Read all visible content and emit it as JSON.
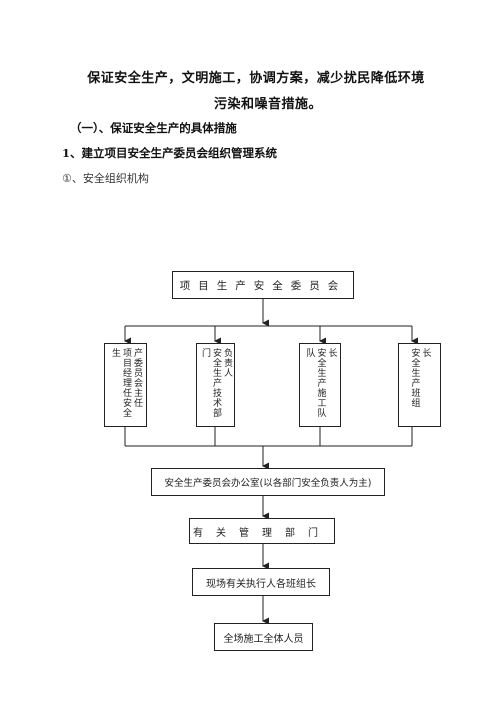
{
  "document": {
    "title_line1": "保证安全生产，文明施工，协调方案，减少扰民降低环境",
    "title_line2": "污染和噪音措施。",
    "heading1": "（一）、保证安全生产的具体措施",
    "heading2": "1、建立项目安全生产委员会组织管理系统",
    "heading3": "①、安全组织机构"
  },
  "org_chart": {
    "committee": "项目生产安全委员会",
    "roles": [
      {
        "col1": "项目经理任安全生",
        "col2": "产委员会主任"
      },
      {
        "col1": "安全生产技术部门",
        "col2": "负责人"
      },
      {
        "col1": "安全生产施工队队",
        "col2": "长"
      },
      {
        "col1": "安全生产班组",
        "col2": "长"
      }
    ],
    "office": "安全生产委员会办公室(以各部门安全负责人为主)",
    "departments": "有关管理部门",
    "executors": "现场有关执行人各班组长",
    "all_staff": "全场施工全体人员"
  }
}
